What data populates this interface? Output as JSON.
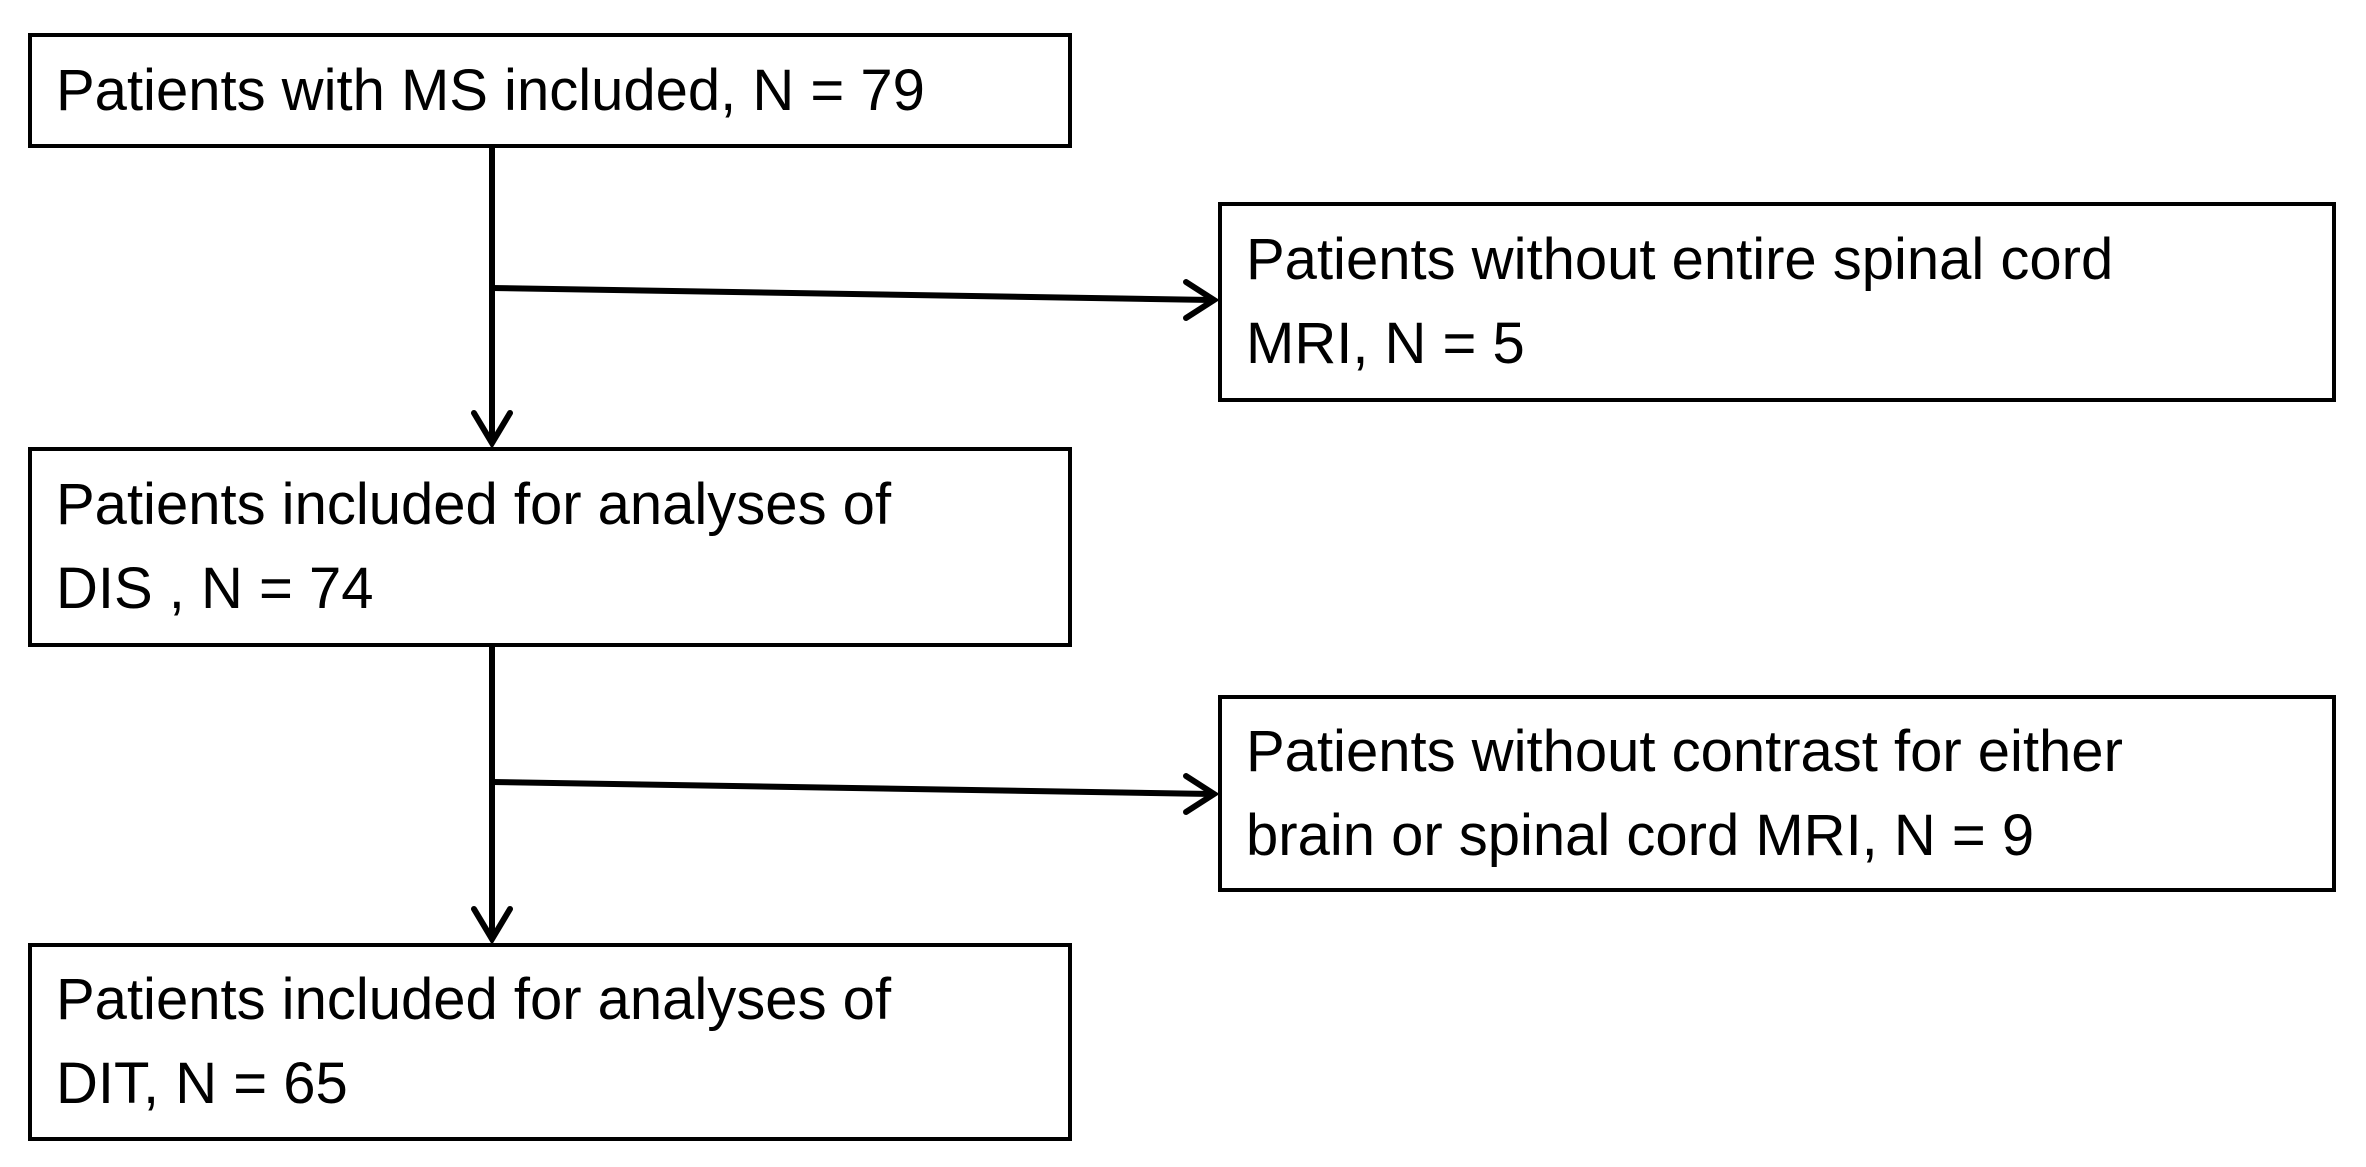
{
  "flowchart": {
    "included": {
      "lines": [
        "Patients with MS included, N = 79"
      ]
    },
    "exclusion_1": {
      "lines": [
        "Patients without entire spinal cord",
        "MRI, N = 5"
      ]
    },
    "dis_analysis": {
      "lines": [
        "Patients included for analyses of",
        "DIS , N = 74"
      ]
    },
    "exclusion_2": {
      "lines": [
        "Patients without contrast for either",
        "brain or spinal cord MRI, N = 9"
      ]
    },
    "dit_analysis": {
      "lines": [
        "Patients included for analyses of",
        "DIT, N = 65"
      ]
    }
  }
}
